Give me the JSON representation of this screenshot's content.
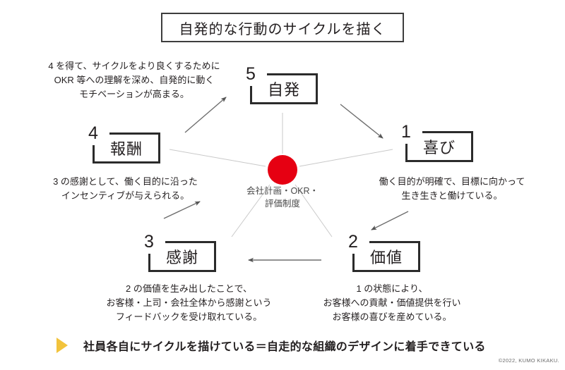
{
  "title": "自発的な行動のサイクルを描く",
  "center": {
    "dot_color": "#e60012",
    "label": "会社計画・OKR・\n評価制度"
  },
  "nodes": [
    {
      "number": "5",
      "label": "自発",
      "description": "4 を得て、サイクルをより良くするために\nOKR 等への理解を深め、自発的に動く\nモチベーションが高まる。"
    },
    {
      "number": "1",
      "label": "喜び",
      "description": "働く目的が明確で、目標に向かって\n生き生きと働けている。"
    },
    {
      "number": "2",
      "label": "価値",
      "description": "1 の状態により、\nお客様への貢献・価値提供を行い\nお客様の喜びを産めている。"
    },
    {
      "number": "3",
      "label": "感謝",
      "description": "2 の価値を生み出したことで、\nお客様・上司・会社全体から感謝という\nフィードバックを受け取れている。"
    },
    {
      "number": "4",
      "label": "報酬",
      "description": "3 の感謝として、働く目的に沿った\nインセンティブが与えられる。"
    }
  ],
  "footer": {
    "marker": "triangle-right-icon",
    "marker_color": "#f2c33c",
    "text": "社員各自にサイクルを描けている＝自走的な組織のデザインに着手できている"
  },
  "copyright": "©2022, KUMO KIKAKU."
}
